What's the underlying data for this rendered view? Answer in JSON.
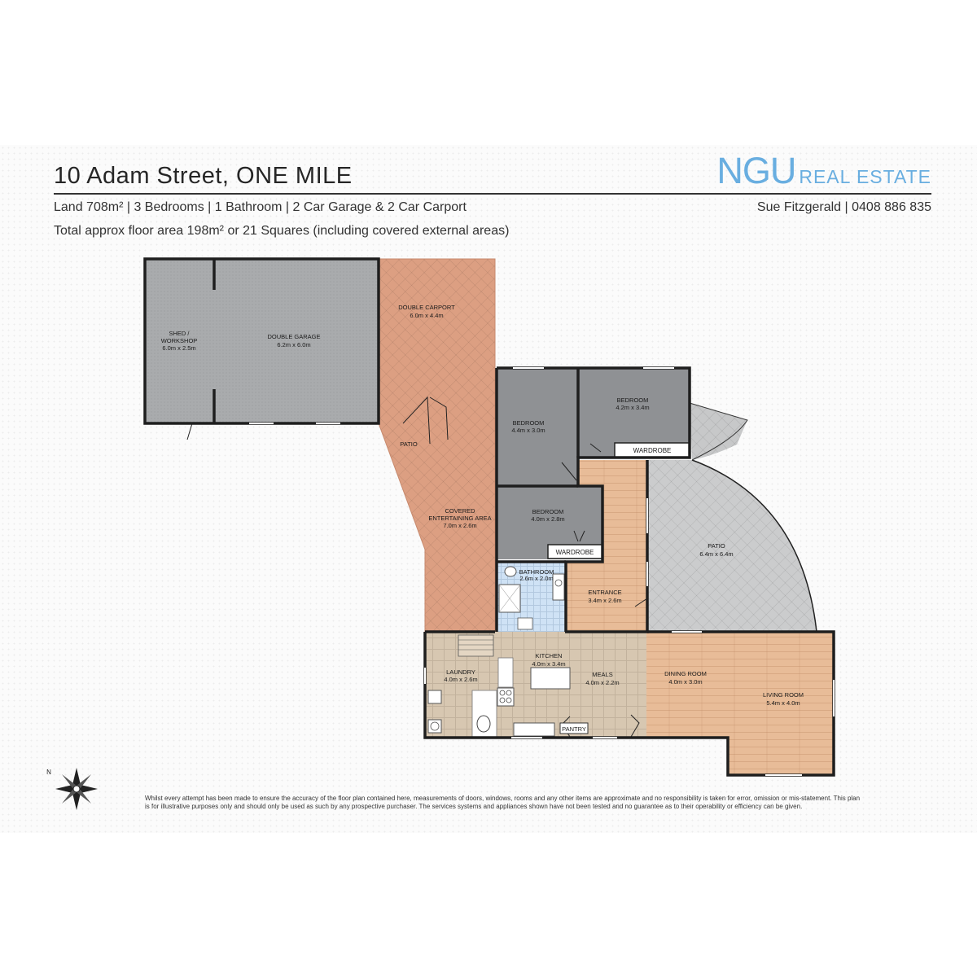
{
  "header": {
    "address": "10 Adam Street, ONE MILE",
    "logo_main": "NGU",
    "logo_sub": "REAL ESTATE",
    "summary": "Land 708m² | 3 Bedrooms | 1 Bathroom | 2 Car Garage & 2 Car Carport",
    "agent": "Sue Fitzgerald | 0408 886 835",
    "floor_area": "Total approx floor area 198m² or 21 Squares (including covered external areas)"
  },
  "rooms": {
    "shed": {
      "name_1": "SHED /",
      "name_2": "WORKSHOP",
      "size": "6.0m x 2.5m"
    },
    "garage": {
      "name": "DOUBLE GARAGE",
      "size": "6.2m x 6.0m"
    },
    "carport": {
      "name": "DOUBLE CARPORT",
      "size": "6.0m x 4.4m"
    },
    "patio_side": {
      "name": "PATIO"
    },
    "covered_area": {
      "name_1": "COVERED",
      "name_2": "ENTERTAINING AREA",
      "size": "7.0m x 2.6m"
    },
    "bedroom_1": {
      "name": "BEDROOM",
      "size": "4.4m x 3.0m"
    },
    "bedroom_2": {
      "name": "BEDROOM",
      "size": "4.2m x 3.4m"
    },
    "bedroom_3": {
      "name": "BEDROOM",
      "size": "4.0m x 2.8m"
    },
    "wardrobe_1": {
      "name": "WARDROBE"
    },
    "wardrobe_2": {
      "name": "WARDROBE"
    },
    "bathroom": {
      "name": "BATHROOM",
      "size": "2.6m x 2.0m"
    },
    "entrance": {
      "name": "ENTRANCE",
      "size": "3.4m x 2.6m"
    },
    "patio_main": {
      "name": "PATIO",
      "size": "6.4m x 6.4m"
    },
    "laundry": {
      "name": "LAUNDRY",
      "size": "4.0m x 2.6m"
    },
    "kitchen": {
      "name": "KITCHEN",
      "size": "4.0m x 3.4m"
    },
    "meals": {
      "name": "MEALS",
      "size": "4.0m x 2.2m"
    },
    "pantry": {
      "name": "PANTRY"
    },
    "dining": {
      "name": "DINING ROOM",
      "size": "4.0m x 3.0m"
    },
    "living": {
      "name": "LIVING ROOM",
      "size": "5.4m x 4.0m"
    }
  },
  "disclaimer": "Whilst every attempt has been made to ensure the accuracy of the floor plan contained here, measurements of doors, windows, rooms and any other items are approximate and no responsibility is taken for error, omission or mis-statement. This plan is for illustrative purposes only and should only be used as such by any prospective purchaser. The services systems and appliances shown have not been tested and no guarantee as to their operability or efficiency can be given.",
  "colors": {
    "garage": "#a9abad",
    "bedroom": "#8f9194",
    "terracotta": "#dc9f82",
    "timber": "#e8bc98",
    "tile": "#d7c7b1",
    "bath": "#cfe2f5",
    "patio": "#cbcccd",
    "logo": "#69aee0"
  }
}
